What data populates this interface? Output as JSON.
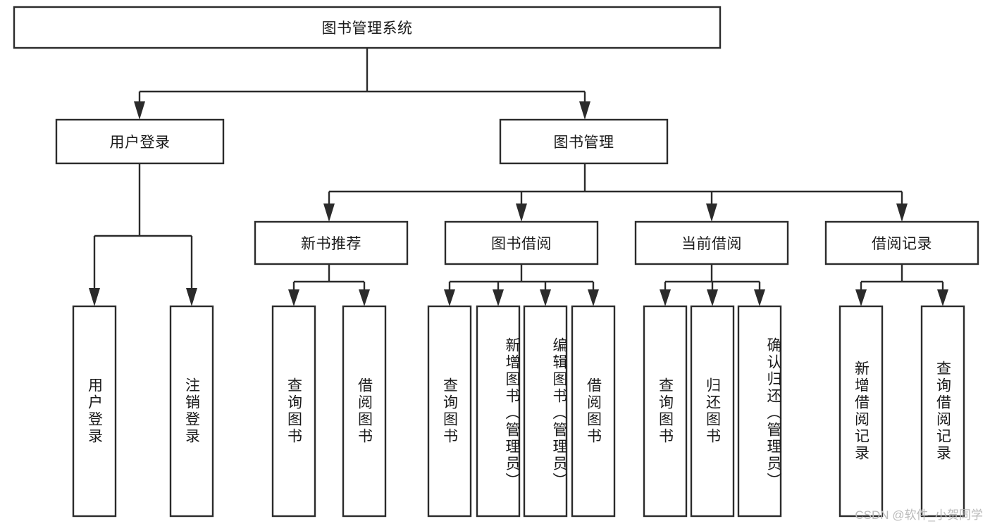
{
  "diagram": {
    "type": "tree-hierarchy-chart",
    "title_node": {
      "label": "图书管理系统"
    },
    "level1": [
      {
        "id": "user-login",
        "label": "用户登录"
      },
      {
        "id": "book-management",
        "label": "图书管理"
      }
    ],
    "level2": [
      {
        "id": "new-book-recommend",
        "label": "新书推荐",
        "parent": "book-management"
      },
      {
        "id": "book-borrow",
        "label": "图书借阅",
        "parent": "book-management"
      },
      {
        "id": "current-borrow",
        "label": "当前借阅",
        "parent": "book-management"
      },
      {
        "id": "borrow-record",
        "label": "借阅记录",
        "parent": "book-management"
      }
    ],
    "leaves": {
      "user-login": [
        {
          "id": "leaf-user-login",
          "label": "用户登录"
        },
        {
          "id": "leaf-user-logout",
          "label": "注销登录"
        }
      ],
      "new-book-recommend": [
        {
          "id": "leaf-query-book-1",
          "label": "查询图书"
        },
        {
          "id": "leaf-borrow-book-1",
          "label": "借阅图书"
        }
      ],
      "book-borrow": [
        {
          "id": "leaf-query-book-2",
          "label": "查询图书"
        },
        {
          "id": "leaf-add-book",
          "label": "新增图书（管理员）"
        },
        {
          "id": "leaf-edit-book",
          "label": "编辑图书（管理员）"
        },
        {
          "id": "leaf-borrow-book-2",
          "label": "借阅图书"
        }
      ],
      "current-borrow": [
        {
          "id": "leaf-query-book-3",
          "label": "查询图书"
        },
        {
          "id": "leaf-return-book",
          "label": "归还图书"
        },
        {
          "id": "leaf-confirm-return",
          "label": "确认归还（管理员）"
        }
      ],
      "borrow-record": [
        {
          "id": "leaf-add-record",
          "label": "新增借阅记录"
        },
        {
          "id": "leaf-query-record",
          "label": "查询借阅记录"
        }
      ]
    },
    "colors": {
      "stroke": "#2b2b2b",
      "fill": "#ffffff",
      "text": "#1a1a1a",
      "watermark": "#b9b9b9"
    }
  },
  "watermark": {
    "text": "CSDN @软件_小贺同学"
  }
}
